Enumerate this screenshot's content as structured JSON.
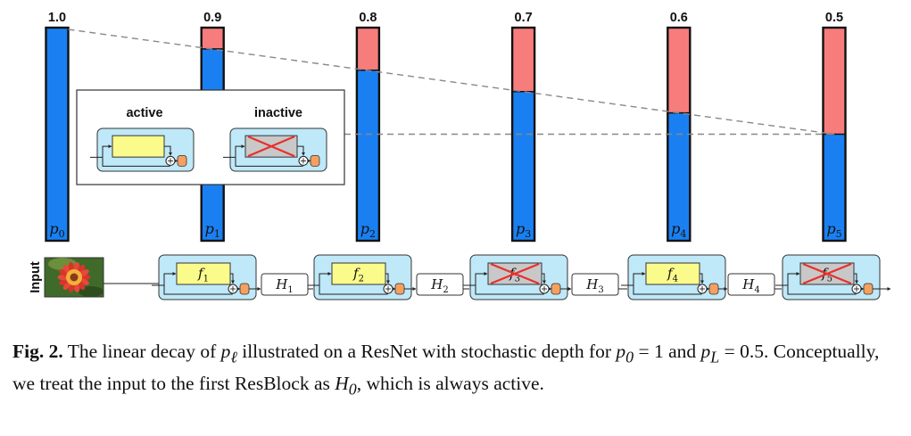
{
  "colors": {
    "active_prob": "#1a80f2",
    "drop_prob": "#f77c7c",
    "block_bg": "#bfe8f8",
    "func_box": "#fbfb8c",
    "output_node": "#f4a060",
    "cross": "#e8302c",
    "inactive_box": "#c8c8c8"
  },
  "bars": [
    {
      "value_label": "1.0",
      "p": 1.0,
      "label_base": "p",
      "label_sub": "0"
    },
    {
      "value_label": "0.9",
      "p": 0.9,
      "label_base": "p",
      "label_sub": "1"
    },
    {
      "value_label": "0.8",
      "p": 0.8,
      "label_base": "p",
      "label_sub": "2"
    },
    {
      "value_label": "0.7",
      "p": 0.7,
      "label_base": "p",
      "label_sub": "3"
    },
    {
      "value_label": "0.6",
      "p": 0.6,
      "label_base": "p",
      "label_sub": "4"
    },
    {
      "value_label": "0.5",
      "p": 0.5,
      "label_base": "p",
      "label_sub": "5"
    }
  ],
  "legend": {
    "active_label": "active",
    "inactive_label": "inactive"
  },
  "pipeline": {
    "input_label": "Input",
    "blocks": [
      {
        "f_base": "f",
        "f_sub": "1",
        "active": true
      },
      {
        "f_base": "f",
        "f_sub": "2",
        "active": true
      },
      {
        "f_base": "f",
        "f_sub": "3",
        "active": false
      },
      {
        "f_base": "f",
        "f_sub": "4",
        "active": true
      },
      {
        "f_base": "f",
        "f_sub": "5",
        "active": false
      }
    ],
    "hidden": [
      {
        "base": "H",
        "sub": "1"
      },
      {
        "base": "H",
        "sub": "2"
      },
      {
        "base": "H",
        "sub": "3"
      },
      {
        "base": "H",
        "sub": "4"
      }
    ]
  },
  "caption": {
    "fig_label": "Fig. 2.",
    "t1": " The linear decay of ",
    "m1_base": "p",
    "m1_sub": "ℓ",
    "t2": " illustrated on a ResNet with stochastic depth for ",
    "m2_base": "p",
    "m2_sub": "0",
    "m2_rest": " = 1",
    "t3": " and ",
    "m3_base": "p",
    "m3_sub": "L",
    "m3_rest": " = 0.5",
    "t4": ". Conceptually, we treat the input to the first ResBlock as ",
    "m4_base": "H",
    "m4_sub": "0",
    "t5": ", which is always active."
  }
}
